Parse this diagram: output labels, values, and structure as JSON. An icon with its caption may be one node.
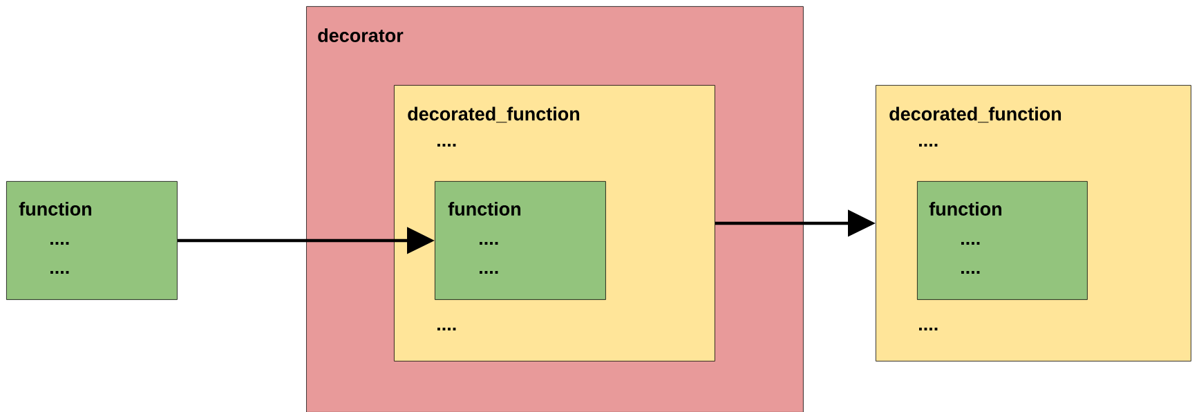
{
  "diagram": {
    "nodes": [
      {
        "text": [
          "function",
          "....",
          "...."
        ]
      },
      {
        "text": [
          "decorator"
        ]
      },
      {
        "text": [
          "decorated_function",
          "....",
          "...."
        ],
        "in": 1
      },
      {
        "text": [
          "function",
          "....",
          "...."
        ],
        "in": 2
      },
      {
        "text": [
          "decorated_function",
          "....",
          "...."
        ]
      },
      {
        "text": [
          "function",
          "....",
          "...."
        ],
        "in": 4
      }
    ],
    "edges": [
      {
        "from": 0,
        "to": 3,
        "arrow": "to"
      },
      {
        "from": 2,
        "to": 4,
        "arrow": "to"
      }
    ]
  }
}
